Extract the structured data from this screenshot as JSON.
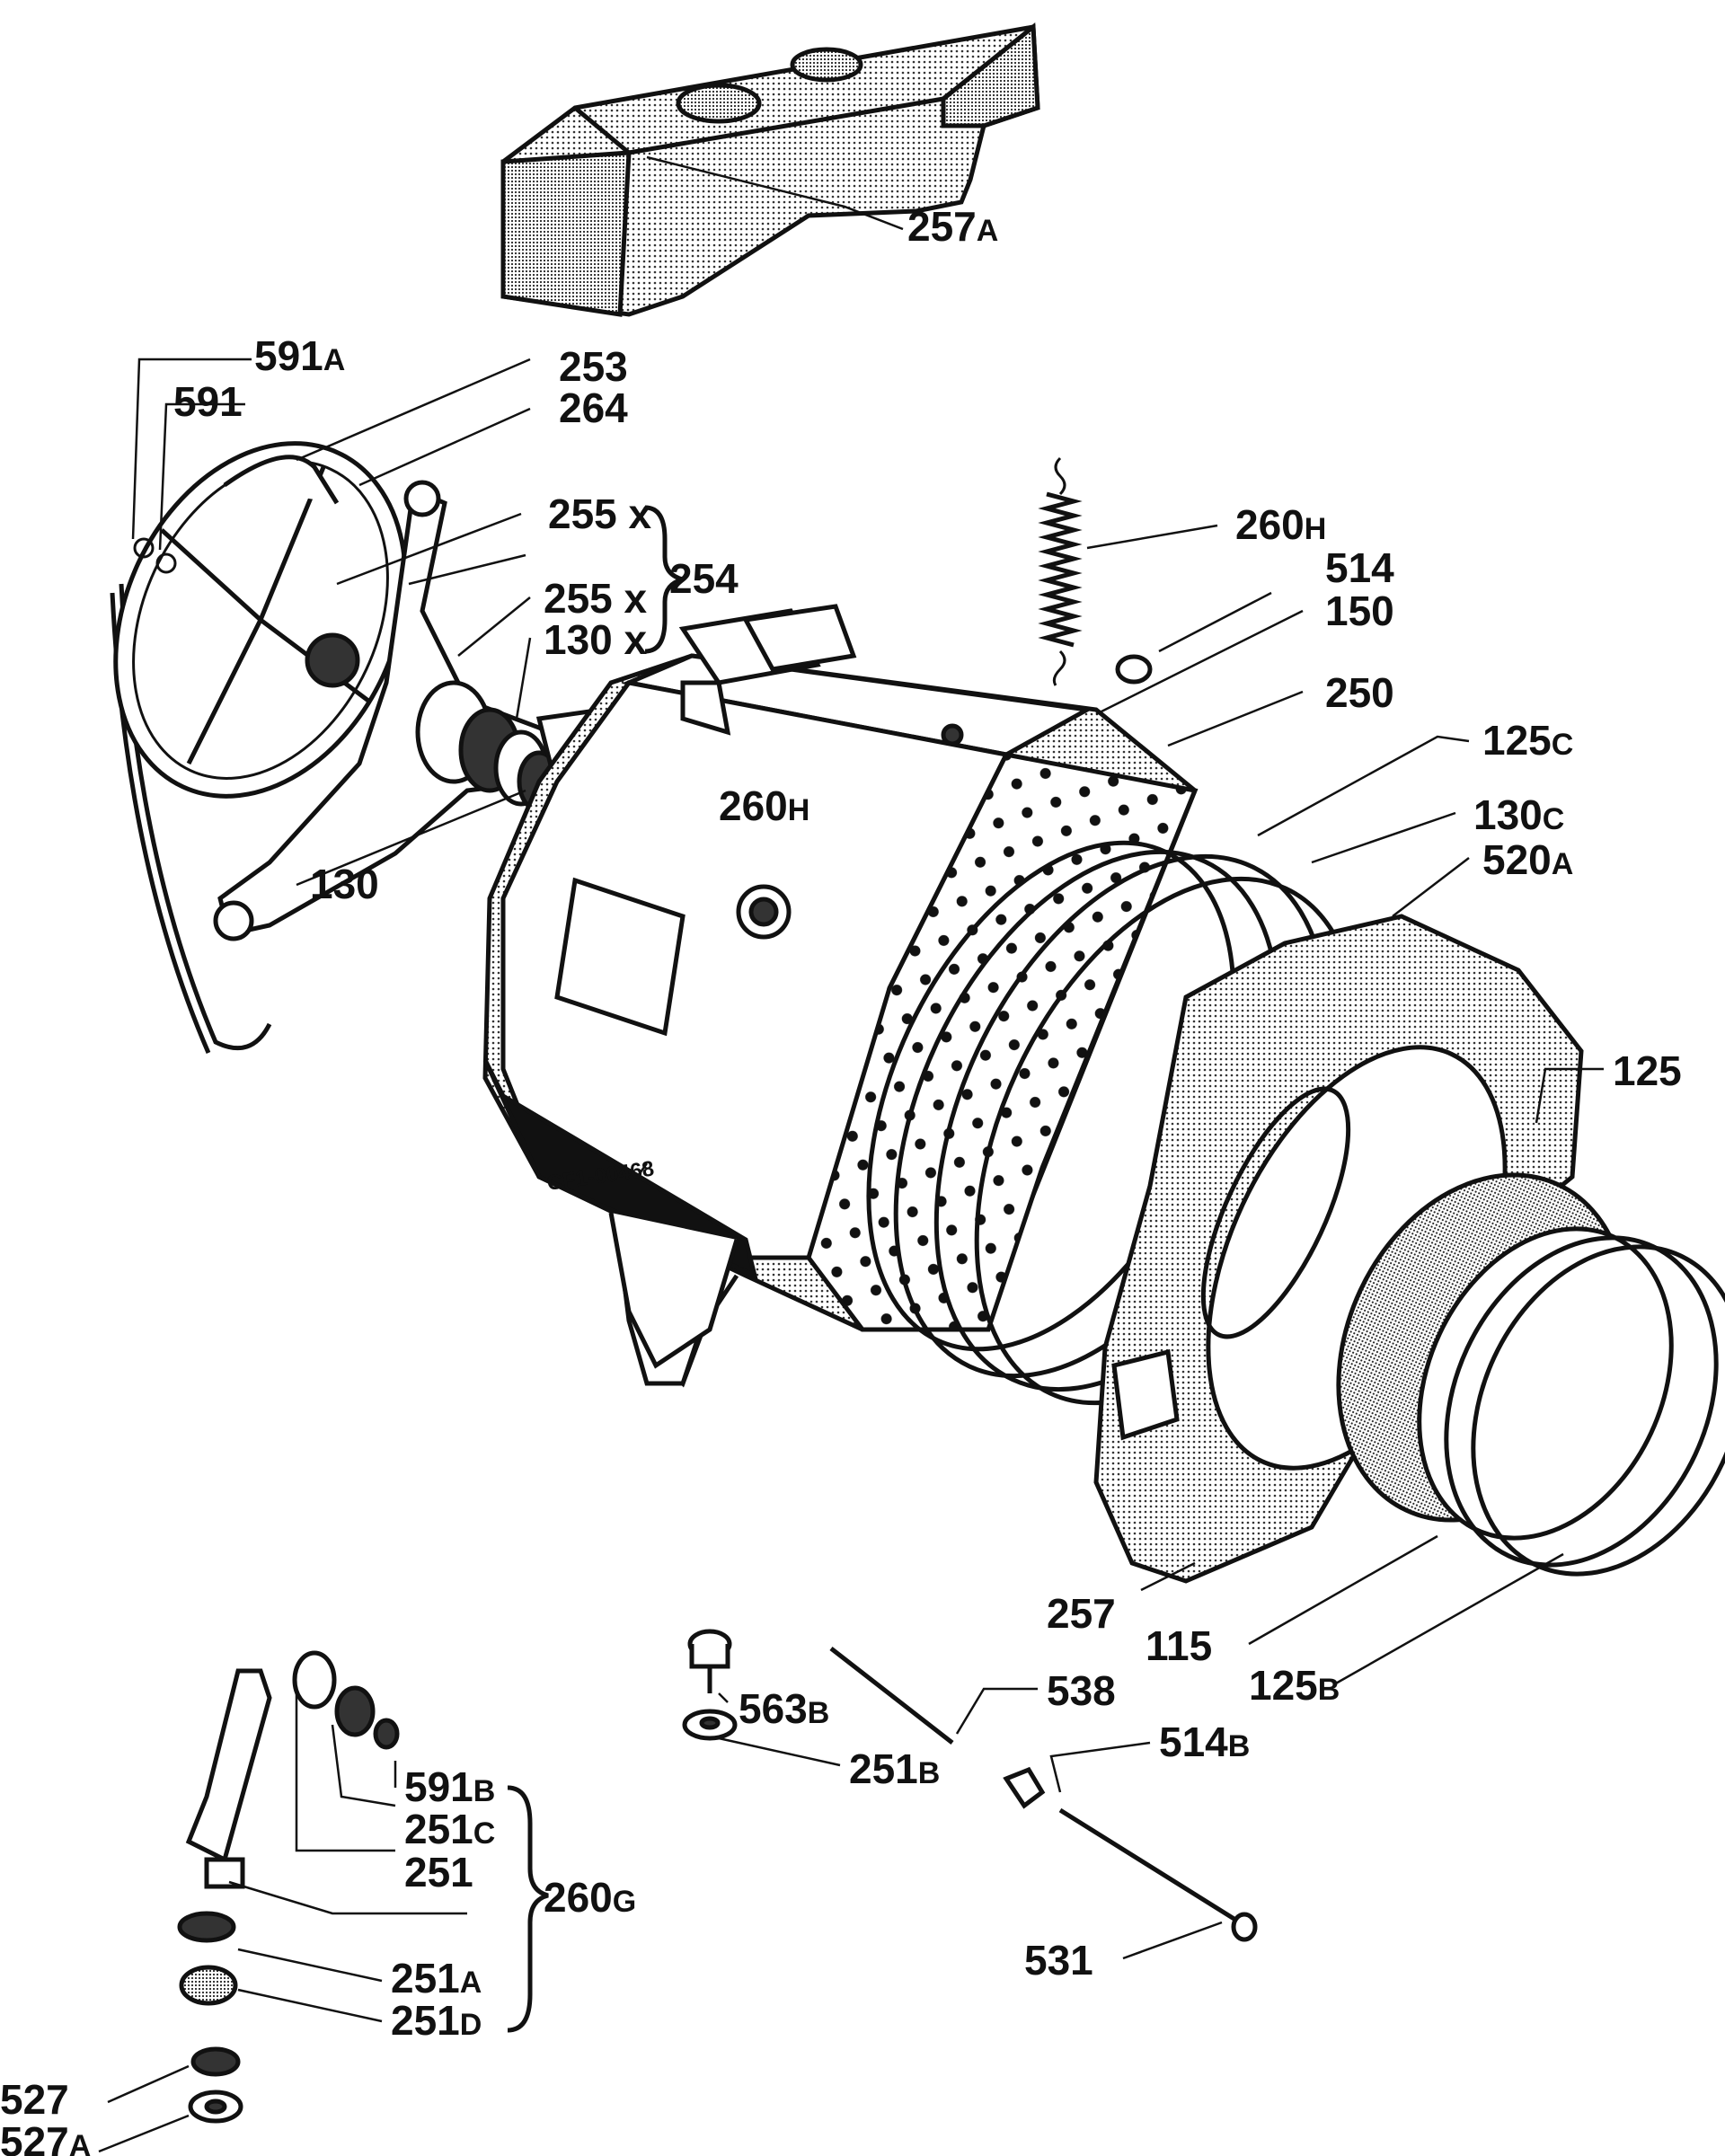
{
  "labels": {
    "p257A": {
      "num": "257",
      "suf": "A"
    },
    "p591A": {
      "num": "591",
      "suf": "A"
    },
    "p591": {
      "num": "591"
    },
    "p253": {
      "num": "253"
    },
    "p264": {
      "num": "264"
    },
    "p255xa": {
      "num": "255",
      "suf": "x"
    },
    "p254": {
      "num": "254"
    },
    "p255xb": {
      "num": "255",
      "suf": "x"
    },
    "p130x": {
      "num": "130",
      "suf": "x"
    },
    "p130": {
      "num": "130"
    },
    "p260Ha": {
      "num": "260",
      "suf": "H"
    },
    "p514": {
      "num": "514"
    },
    "p150": {
      "num": "150"
    },
    "p250": {
      "num": "250"
    },
    "p125C": {
      "num": "125",
      "suf": "C"
    },
    "p260Hb": {
      "num": "260",
      "suf": "H"
    },
    "p130C": {
      "num": "130",
      "suf": "C"
    },
    "p520A": {
      "num": "520",
      "suf": "A"
    },
    "p125": {
      "num": "125"
    },
    "p257": {
      "num": "257"
    },
    "p115": {
      "num": "115"
    },
    "p125B": {
      "num": "125",
      "suf": "B"
    },
    "p563B": {
      "num": "563",
      "suf": "B"
    },
    "p538": {
      "num": "538"
    },
    "p251B": {
      "num": "251",
      "suf": "B"
    },
    "p514B": {
      "num": "514",
      "suf": "B"
    },
    "p591B": {
      "num": "591",
      "suf": "B"
    },
    "p251C": {
      "num": "251",
      "suf": "C"
    },
    "p251": {
      "num": "251"
    },
    "p260G": {
      "num": "260",
      "suf": "G"
    },
    "p251A": {
      "num": "251",
      "suf": "A"
    },
    "p251D": {
      "num": "251",
      "suf": "D"
    },
    "p531": {
      "num": "531"
    },
    "p527": {
      "num": "527"
    },
    "p527A": {
      "num": "527",
      "suf": "A"
    }
  },
  "stamp": "CF1-00468",
  "colors": {
    "ink": "#111111",
    "paper": "#ffffff",
    "shade": "#d4d4d4"
  }
}
